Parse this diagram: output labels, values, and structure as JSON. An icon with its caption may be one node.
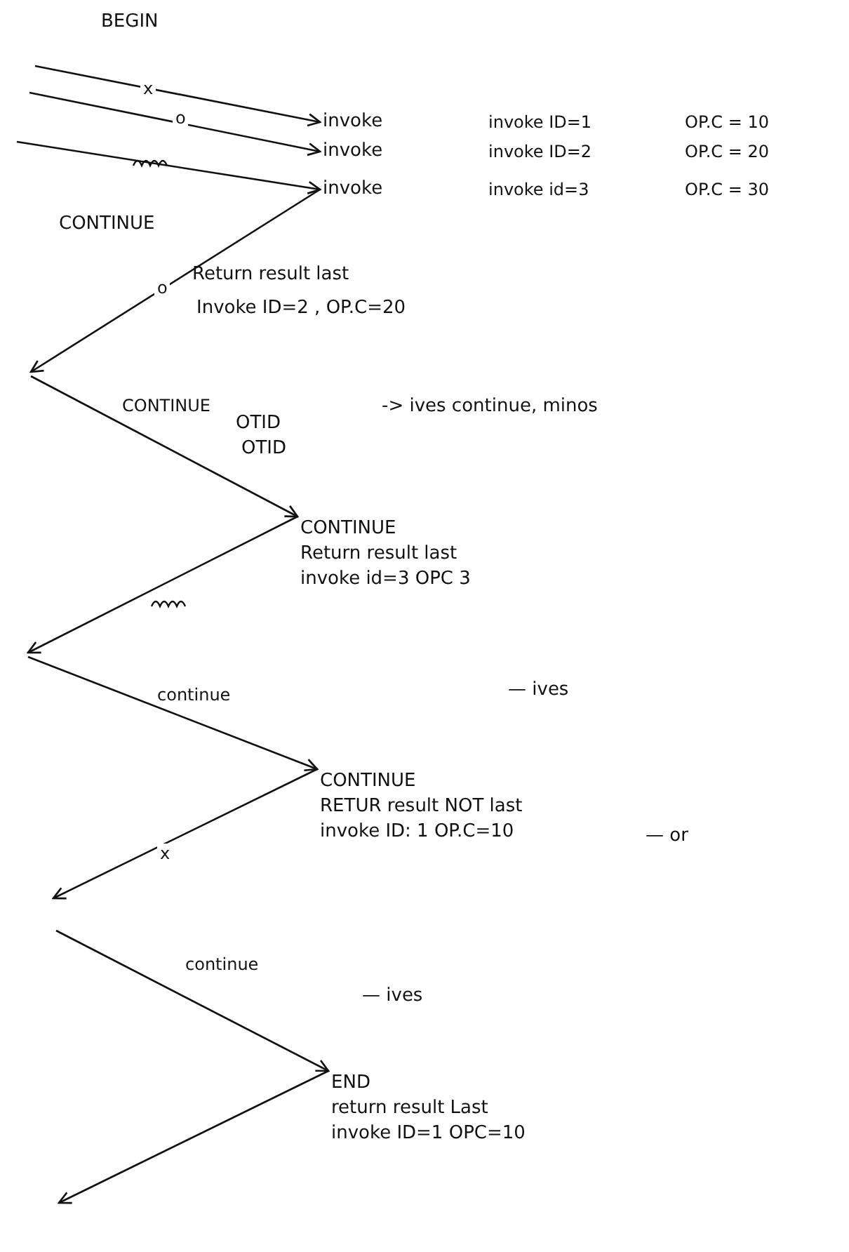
{
  "diagram": {
    "nodes": [
      {
        "text": [
          "invoke"
        ],
        "beside": [
          "invoke ID=1",
          "OP.C = 10"
        ]
      },
      {
        "text": [
          "invoke"
        ],
        "beside": [
          "invoke ID=2",
          "OP.C = 20"
        ]
      },
      {
        "text": [
          "invoke"
        ],
        "beside": [
          "invoke id=3",
          "OP.C = 30"
        ]
      },
      {
        "text": [
          "CONTINUE",
          "Return result last",
          "invoke id=3 OPC 3"
        ]
      },
      {
        "text": [
          "CONTINUE",
          "RETUR result NOT last",
          "invoke ID: 1 OP.C=10"
        ]
      },
      {
        "text": [
          "END",
          "return result Last",
          "invoke ID=1 OPC=10"
        ]
      }
    ],
    "edges": [
      {
        "from": null,
        "to": 0,
        "arrow": "to",
        "label": "x"
      },
      {
        "from": null,
        "to": 1,
        "arrow": "to",
        "label": "o"
      },
      {
        "from": null,
        "to": 2,
        "arrow": "to"
      },
      {
        "from": 2,
        "to": null,
        "arrow": "to",
        "label": "o"
      },
      {
        "from": null,
        "to": 3,
        "arrow": "to",
        "label": "CONTINUE"
      },
      {
        "from": 3,
        "to": null,
        "arrow": "to"
      },
      {
        "from": null,
        "to": 4,
        "arrow": "to",
        "label": "continue"
      },
      {
        "from": 4,
        "to": null,
        "arrow": "to",
        "label": "x"
      },
      {
        "from": null,
        "to": 5,
        "arrow": "to",
        "label": "continue"
      },
      {
        "from": 5,
        "to": null,
        "arrow": "to"
      }
    ],
    "labels": [
      "BEGIN",
      "CONTINUE",
      "Return result last",
      "Invoke ID=2 , OP.C=20",
      "OTID",
      "OTID",
      "-> ives continue, minos",
      "— ives",
      "— or",
      "— ives"
    ]
  }
}
